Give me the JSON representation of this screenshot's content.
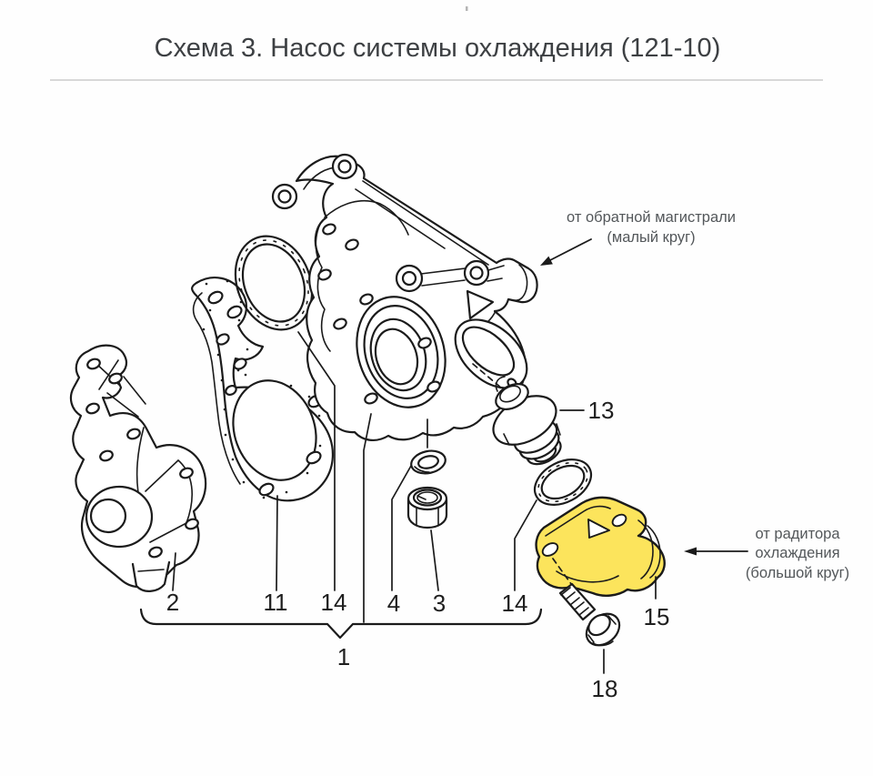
{
  "title": "Схема 3. Насос системы охлаждения (121-10)",
  "labels": {
    "pump": "2",
    "gasket": "11",
    "oring_front": "14",
    "stud_seal": "4",
    "nut": "3",
    "oring_rear": "14",
    "assembly": "1",
    "thermostat": "13",
    "elbow": "15",
    "bolt": "18"
  },
  "annotations": {
    "return_line_1": "от обратной магистрали",
    "return_line_2": "(малый круг)",
    "radiator_1": "от радитора",
    "radiator_2": "охлаждения",
    "radiator_3": "(большой круг)"
  },
  "colors": {
    "highlight": "#fce45c",
    "line": "#1b1b1b",
    "annotation": "#53575a",
    "title": "#3d4043",
    "divider": "#cccccc"
  }
}
